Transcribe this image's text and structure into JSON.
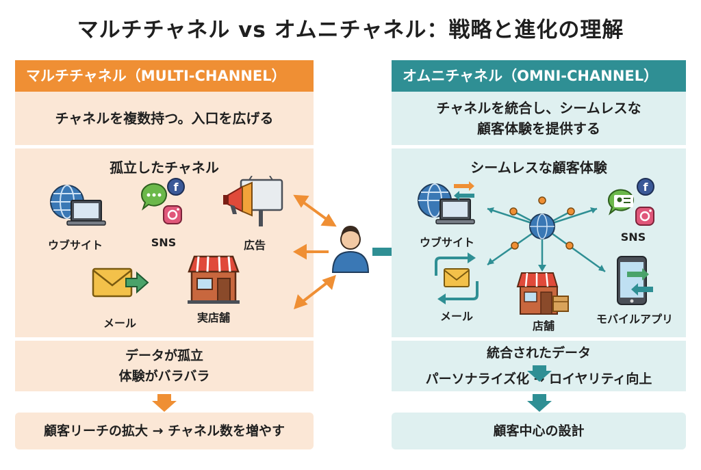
{
  "title": "マルチチャネル vs オムニチャネル：戦略と進化の理解",
  "left": {
    "header": "マルチチャネル（MULTI-CHANNEL）",
    "subtitle": "チャネルを複数持つ。入口を広げる",
    "section_title": "孤立したチャネル",
    "channels": {
      "web": "ウブサイト",
      "sns": "SNS",
      "ad": "広告",
      "mail": "メール",
      "store": "実店舗"
    },
    "footer_line1": "データが孤立",
    "footer_line2": "体験がバラバラ",
    "bottom": "顧客リーチの拡大 → チャネル数を増やす"
  },
  "right": {
    "header": "オムニチャネル（OMNI-CHANNEL）",
    "subtitle": "チャネルを統合し、シームレスな\n顧客体験を提供する",
    "section_title": "シームレスな顧客体験",
    "channels": {
      "web": "ウブサイト",
      "sns": "SNS",
      "mail": "メール",
      "store": "店舗",
      "app": "モバイルアプリ"
    },
    "footer_line1": "統合されたデータ",
    "footer_line2": "パーソナライズ化 → ロイヤリティ向上",
    "bottom": "顧客中心の設計"
  },
  "colors": {
    "orange": "#ef8f34",
    "teal": "#2f8f94",
    "orange_bg": "#fbe7d6",
    "teal_bg": "#dff0f0"
  }
}
